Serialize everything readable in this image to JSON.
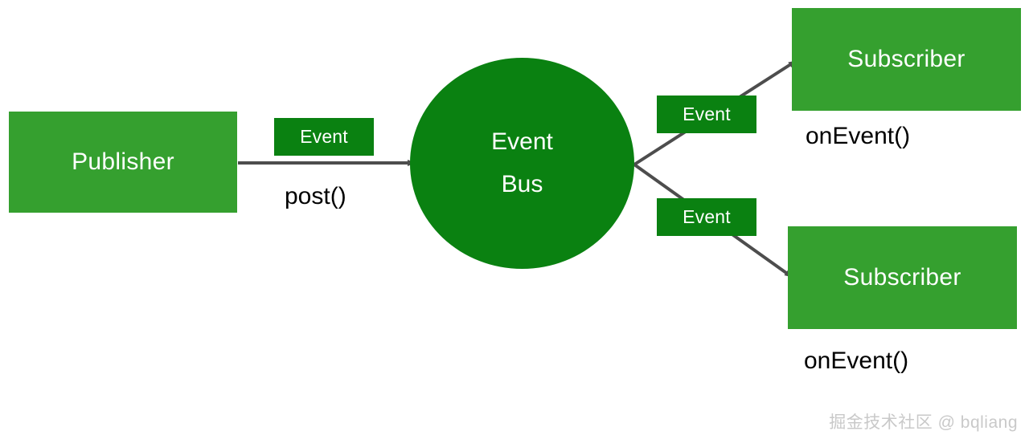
{
  "diagram": {
    "title": "EventBus publish-subscribe flow",
    "background": "#ffffff",
    "colors": {
      "node_green": "#35a02f",
      "accent_green": "#0a8111",
      "edge_gray": "#4d4d4d",
      "label_black": "#000000",
      "watermark_gray": "#c9c9c9"
    },
    "nodes": {
      "publisher": {
        "label": "Publisher"
      },
      "event_bus": {
        "line1": "Event",
        "line2": "Bus"
      },
      "subscriber_top": {
        "label": "Subscriber"
      },
      "subscriber_bottom": {
        "label": "Subscriber"
      }
    },
    "edge_tags": {
      "post_event": "Event",
      "top_event": "Event",
      "bottom_event": "Event"
    },
    "edge_labels": {
      "post": "post()",
      "on_event_top": "onEvent()",
      "on_event_bottom": "onEvent()"
    },
    "watermark": "掘金技术社区 @ bqliang"
  }
}
